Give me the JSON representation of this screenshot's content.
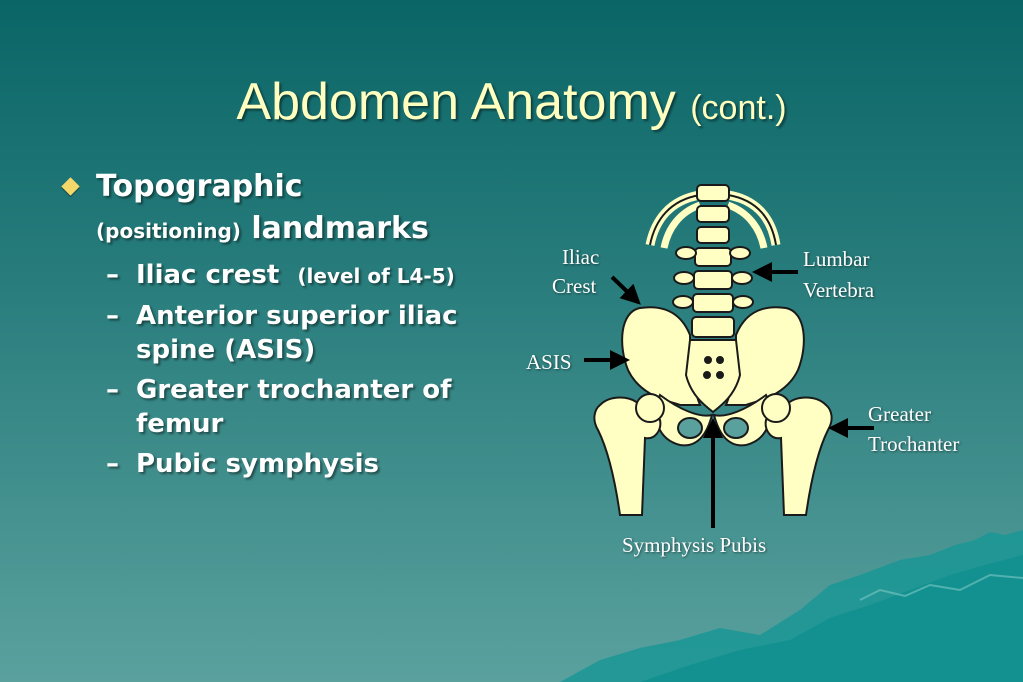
{
  "slide": {
    "title": "Abdomen Anatomy",
    "title_suffix": "(cont.)",
    "bullet": {
      "main": "Topographic",
      "qualifier": "(positioning)",
      "tail": "landmarks"
    },
    "sub_bullets": [
      {
        "text": "Iliac crest",
        "note": "(level of L4-5)"
      },
      {
        "text": "Anterior superior iliac spine (ASIS)",
        "note": ""
      },
      {
        "text": "Greater trochanter of femur",
        "note": ""
      },
      {
        "text": "Pubic symphysis",
        "note": ""
      }
    ],
    "dash": "–"
  },
  "figure": {
    "labels": {
      "iliac_crest_1": "Iliac",
      "iliac_crest_2": "Crest",
      "lumbar_1": "Lumbar",
      "lumbar_2": "Vertebra",
      "asis": "ASIS",
      "greater_1": "Greater",
      "greater_2": "Trochanter",
      "symphysis": "Symphysis Pubis"
    },
    "colors": {
      "bone": "#ffffc4",
      "outline": "#1a1a1a",
      "arrow": "#000000",
      "title": "#ffffc0",
      "bullet": "#f5d86a"
    }
  }
}
